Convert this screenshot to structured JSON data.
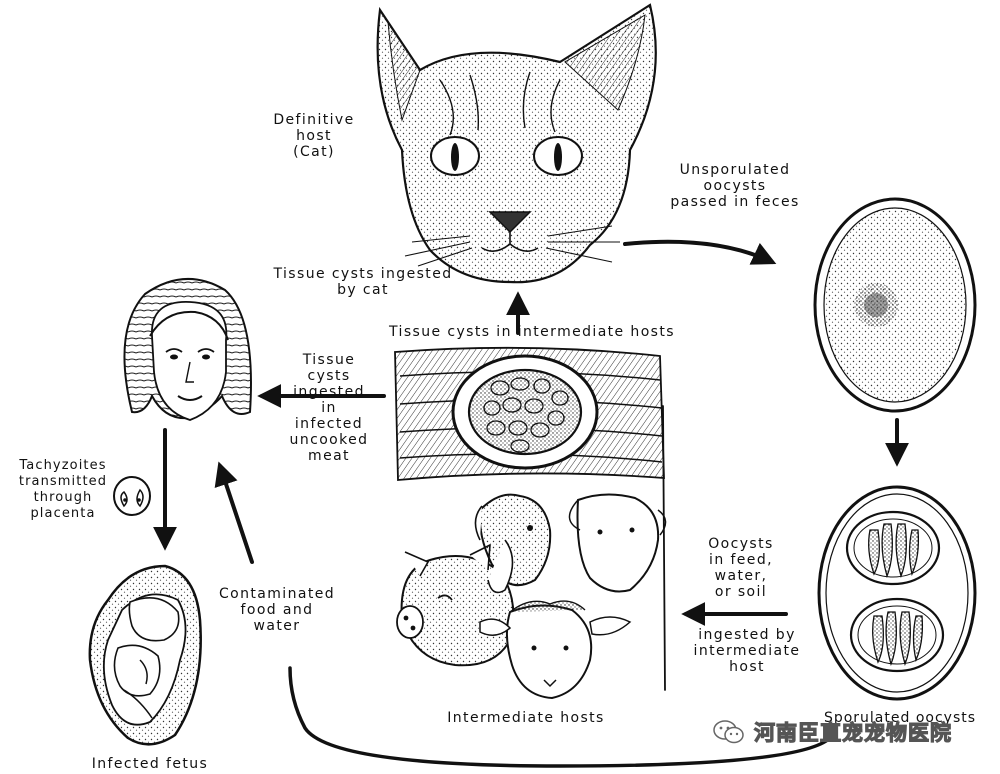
{
  "labels": {
    "definitive_host": "Definitive\nhost\n(Cat)",
    "unsporulated": "Unsporulated\noocysts\npassed in feces",
    "tissue_cysts_ingested_cat": "Tissue cysts ingested\nby cat",
    "tissue_cysts_intermediate": "Tissue cysts in intermediate hosts",
    "tissue_cysts_uncooked": "Tissue\ncysts\ningested\nin\ninfected\nuncooked\nmeat",
    "tachyzoites": "Tachyzoites\ntransmitted\nthrough\nplacenta",
    "contaminated": "Contaminated\nfood and\nwater",
    "oocysts_feed": "Oocysts\nin feed,\nwater,\nor soil",
    "ingested_intermediate": "ingested by\nintermediate\nhost",
    "intermediate_hosts": "Intermediate hosts",
    "sporulated": "Sporulated oocysts",
    "infected_fetus": "Infected fetus"
  },
  "watermark": {
    "text": "河南臣直宠宠物医院",
    "icon": "wechat-icon"
  },
  "colors": {
    "ink": "#111111",
    "paper": "#ffffff"
  }
}
